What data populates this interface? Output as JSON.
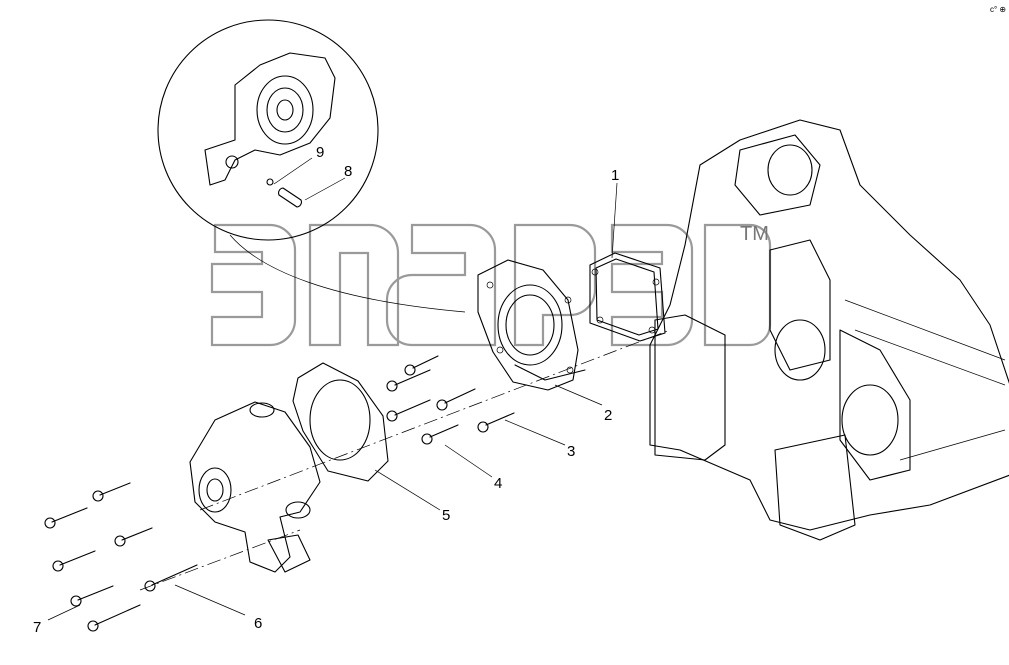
{
  "diagram": {
    "callouts": [
      {
        "id": "1",
        "text": "1"
      },
      {
        "id": "2",
        "text": "2"
      },
      {
        "id": "3",
        "text": "3"
      },
      {
        "id": "4",
        "text": "4"
      },
      {
        "id": "5",
        "text": "5"
      },
      {
        "id": "6",
        "text": "6"
      },
      {
        "id": "7",
        "text": "7"
      },
      {
        "id": "8",
        "text": "8"
      },
      {
        "id": "9",
        "text": "9"
      }
    ],
    "watermark": {
      "text": "TM"
    },
    "corner_mark": "c° ⊕"
  }
}
